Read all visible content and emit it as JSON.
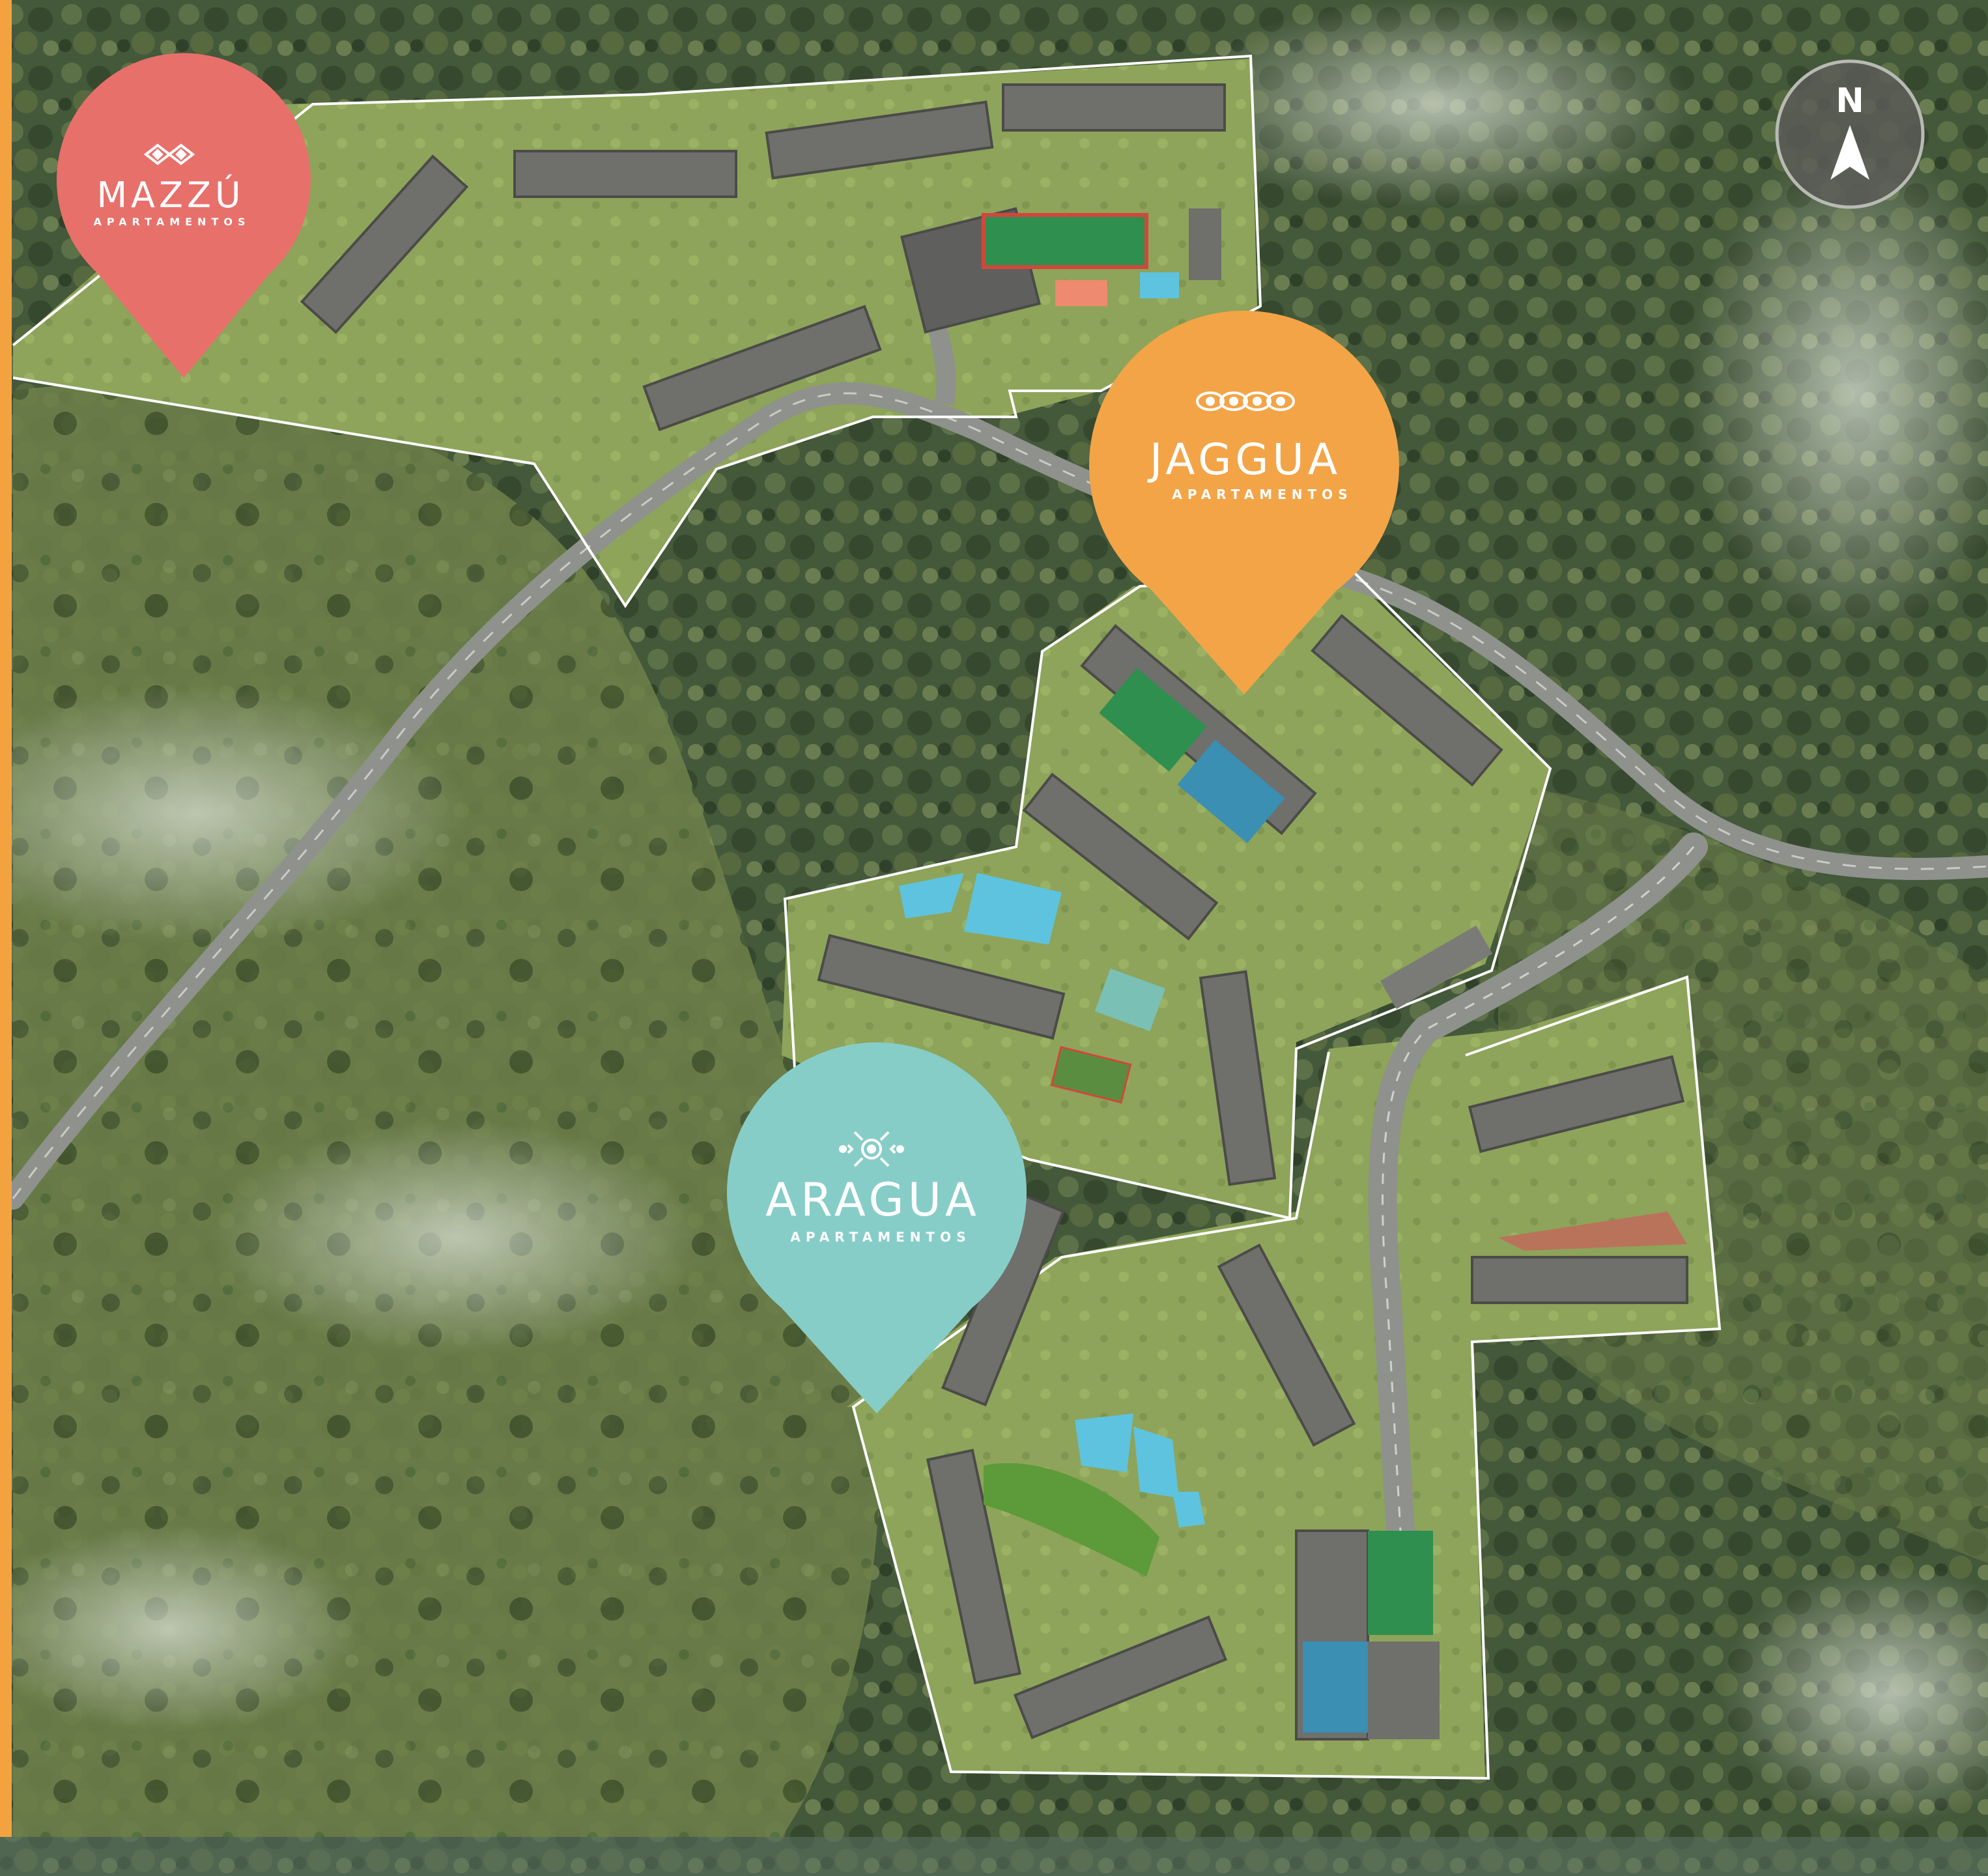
{
  "colors": {
    "frame_accent": "#f2a340",
    "mazzu": "#e8706a",
    "jaggua": "#f3a447",
    "aragua": "#86cdc8",
    "boundary": "#ffffff",
    "road": "#8e918c",
    "roof": "#6f6f6c",
    "grass": "#8fa35a",
    "forest": "#3e5231",
    "pool": "#5ec3de",
    "court_green": "#2f8f4e",
    "court_blue": "#3a8fb3"
  },
  "pins": {
    "mazzu": {
      "name": "MAZZÚ",
      "subtitle": "APARTAMENTOS",
      "icon": "geometric-diamond-icon"
    },
    "jaggua": {
      "name": "JAGGUA",
      "subtitle": "APARTAMENTOS",
      "icon": "geometric-chain-icon"
    },
    "aragua": {
      "name": "ARAGUA",
      "subtitle": "APARTAMENTOS",
      "icon": "geometric-sun-icon"
    }
  },
  "compass": {
    "label": "N",
    "icon": "north-arrow-icon"
  }
}
